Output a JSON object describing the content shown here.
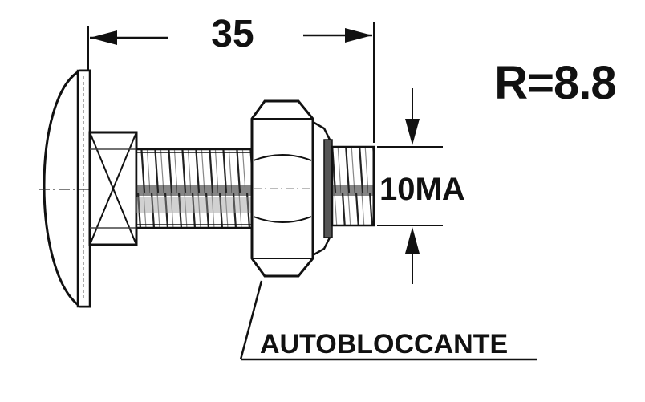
{
  "dimension": {
    "length_label": "35",
    "diameter_label": "10MA"
  },
  "grade_label": "R=8.8",
  "nut_callout_label": "AUTOBLOCCANTE",
  "colors": {
    "ink": "#111111",
    "paper": "#ffffff",
    "shade": "#dcdcdc"
  }
}
